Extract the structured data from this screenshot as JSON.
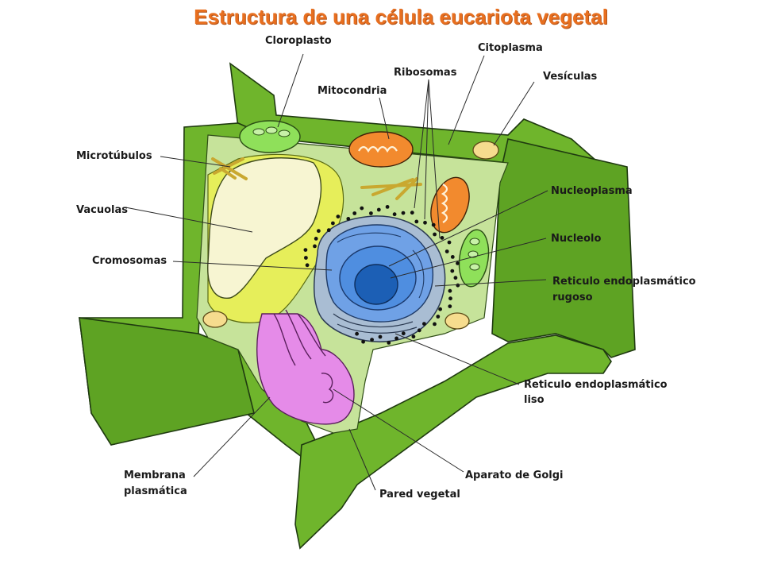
{
  "title": "Estructura de una célula eucariota vegetal",
  "labels": {
    "cloroplasto": "Cloroplasto",
    "citoplasma": "Citoplasma",
    "ribosomas": "Ribosomas",
    "mitocondria": "Mitocondria",
    "vesiculas": "Vesículas",
    "microtubulos": "Microtúbulos",
    "vacuolas": "Vacuolas",
    "nucleoplasma": "Nucleoplasma",
    "nucleolo": "Nucleolo",
    "cromosomas": "Cromosomas",
    "rer_line1": "Reticulo endoplasmático",
    "rer_line2": "rugoso",
    "rel_line1": "Reticulo endoplasmático",
    "rel_line2": "liso",
    "membrana_line1": "Membrana",
    "membrana_line2": "plasmática",
    "golgi": "Aparato de Golgi",
    "pared": "Pared vegetal"
  },
  "colors": {
    "title": "#e86f1f",
    "wall": "#6fb52c",
    "cytoplasm": "#c6e39a",
    "vacuole": "#f7f5d2",
    "chromosome_area": "#e6ee5a",
    "golgi": "#e58be8",
    "nucleus": "#4f8ee0",
    "nucleolus": "#1c5fb5",
    "mitochondria": "#f28a2e",
    "chloroplast": "#8fe05a",
    "vesicle": "#f6dc8e"
  }
}
